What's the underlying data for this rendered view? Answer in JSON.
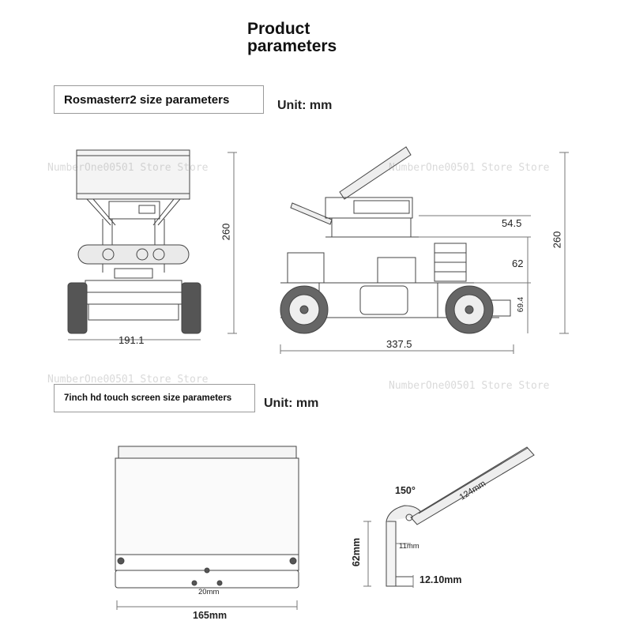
{
  "header": {
    "title": "Product parameters"
  },
  "section1": {
    "label": "Rosmasterr2 size parameters",
    "unit": "Unit: mm",
    "front": {
      "width": "191.1",
      "height": "260"
    },
    "side": {
      "length": "337.5",
      "height": "260",
      "dim_upper": "54.5",
      "dim_middle": "62",
      "dim_lower": "69.4"
    }
  },
  "section2": {
    "label": "7inch hd touch screen size parameters",
    "unit": "Unit: mm",
    "front": {
      "width": "165mm",
      "hole_spacing": "20mm"
    },
    "side": {
      "angle": "150°",
      "arm": "124mm",
      "thickness": "11mm",
      "height": "62mm",
      "foot": "12.10mm"
    }
  },
  "watermark": {
    "text": "NumberOne00501 Store Store"
  },
  "colors": {
    "line": "#444444",
    "frame": "#9a9a9a",
    "wheel": "#555555"
  }
}
